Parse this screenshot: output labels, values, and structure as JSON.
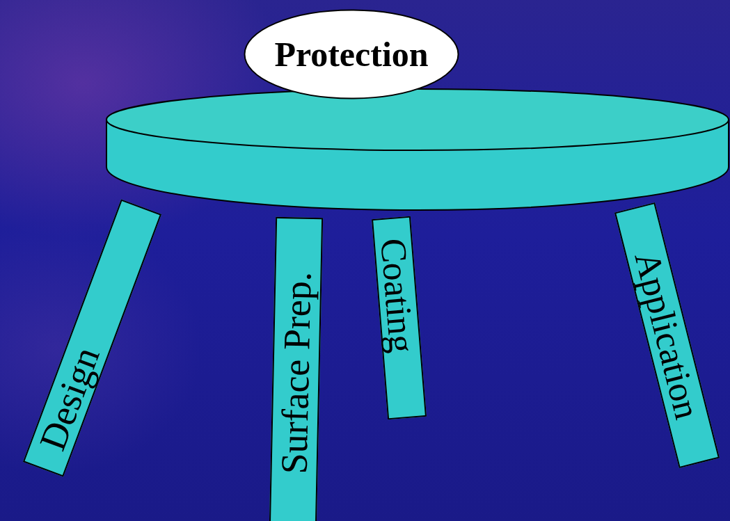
{
  "diagram": {
    "nodes": [
      {
        "text": [
          "Protection"
        ]
      },
      {
        "text": [
          "Design"
        ]
      },
      {
        "text": [
          "Surface Prep."
        ]
      },
      {
        "text": [
          "Coating"
        ]
      },
      {
        "text": [
          "Application"
        ]
      }
    ]
  }
}
